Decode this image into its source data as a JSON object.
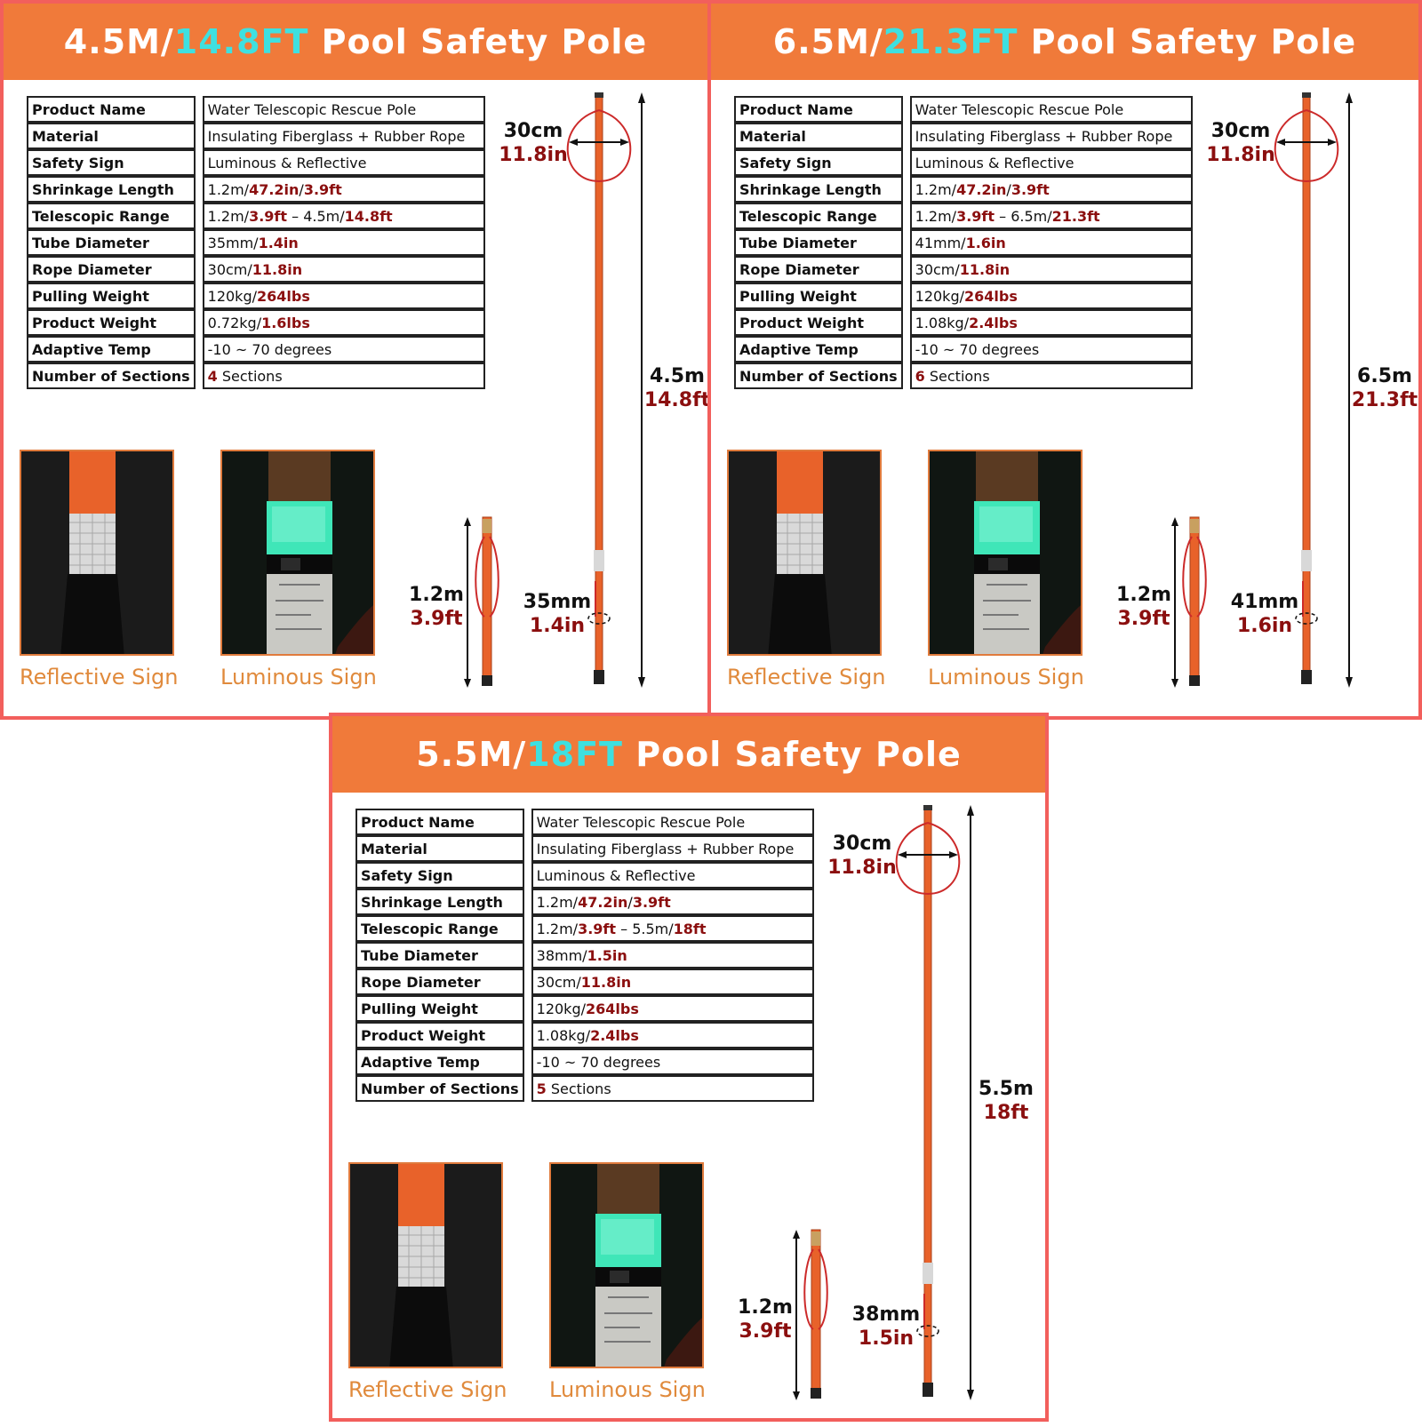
{
  "row_labels": [
    "Product Name",
    "Material",
    "Safety Sign",
    "Shrinkage Length",
    "Telescopic Range",
    "Tube Diameter",
    "Rope Diameter",
    "Pulling Weight",
    "Product Weight",
    "Adaptive Temp",
    "Number of Sections"
  ],
  "common": {
    "product_name": "Water Telescopic Rescue Pole",
    "material": "Insulating Fiberglass + Rubber Rope",
    "safety_sign": "Luminous & Reflective",
    "shrink_a": "1.2m/",
    "shrink_b": "47.2in",
    "shrink_c": "/",
    "shrink_d": "3.9ft",
    "range_a": "1.2m/",
    "range_b": "3.9ft",
    "rope_a": "30cm/",
    "rope_b": "11.8in",
    "pull_a": "120kg/",
    "pull_b": "264lbs",
    "temp": "-10 ~ 70 degrees",
    "sections_suffix": " Sections",
    "reflective_caption": "Reflective Sign",
    "luminous_caption": "Luminous Sign",
    "rope_dim_m": "30cm",
    "rope_dim_f": "11.8in",
    "short_dim_m": "1.2m",
    "short_dim_f": "3.9ft",
    "title_suffix": " Pool Safety Pole",
    "colors": {
      "header": "#f07a3a",
      "highlight": "#3ee0e0",
      "border": "#f25f5c",
      "accent_red": "#8b0f0f",
      "caption": "#e08a3c"
    }
  },
  "panels": [
    {
      "title_a": "4.5M/",
      "title_b": "14.8FT",
      "range_c": " – 4.5m/",
      "range_d": "14.8ft",
      "tube_a": "35mm/",
      "tube_b": "1.4in",
      "weight_a": "0.72kg/",
      "weight_b": "1.6lbs",
      "sections_n": "4",
      "len_dim_m": "4.5m",
      "len_dim_f": "14.8ft",
      "tube_dim_m": "35mm",
      "tube_dim_f": "1.4in"
    },
    {
      "title_a": "6.5M/",
      "title_b": "21.3FT",
      "range_c": " – 6.5m/",
      "range_d": "21.3ft",
      "tube_a": "41mm/",
      "tube_b": "1.6in",
      "weight_a": "1.08kg/",
      "weight_b": "2.4lbs",
      "sections_n": "6",
      "len_dim_m": "6.5m",
      "len_dim_f": "21.3ft",
      "tube_dim_m": "41mm",
      "tube_dim_f": "1.6in"
    },
    {
      "title_a": "5.5M/",
      "title_b": "18FT",
      "range_c": " – 5.5m/",
      "range_d": "18ft",
      "tube_a": "38mm/",
      "tube_b": "1.5in",
      "weight_a": "1.08kg/",
      "weight_b": "2.4lbs",
      "sections_n": "5",
      "len_dim_m": "5.5m",
      "len_dim_f": "18ft",
      "tube_dim_m": "38mm",
      "tube_dim_f": "1.5in"
    }
  ]
}
